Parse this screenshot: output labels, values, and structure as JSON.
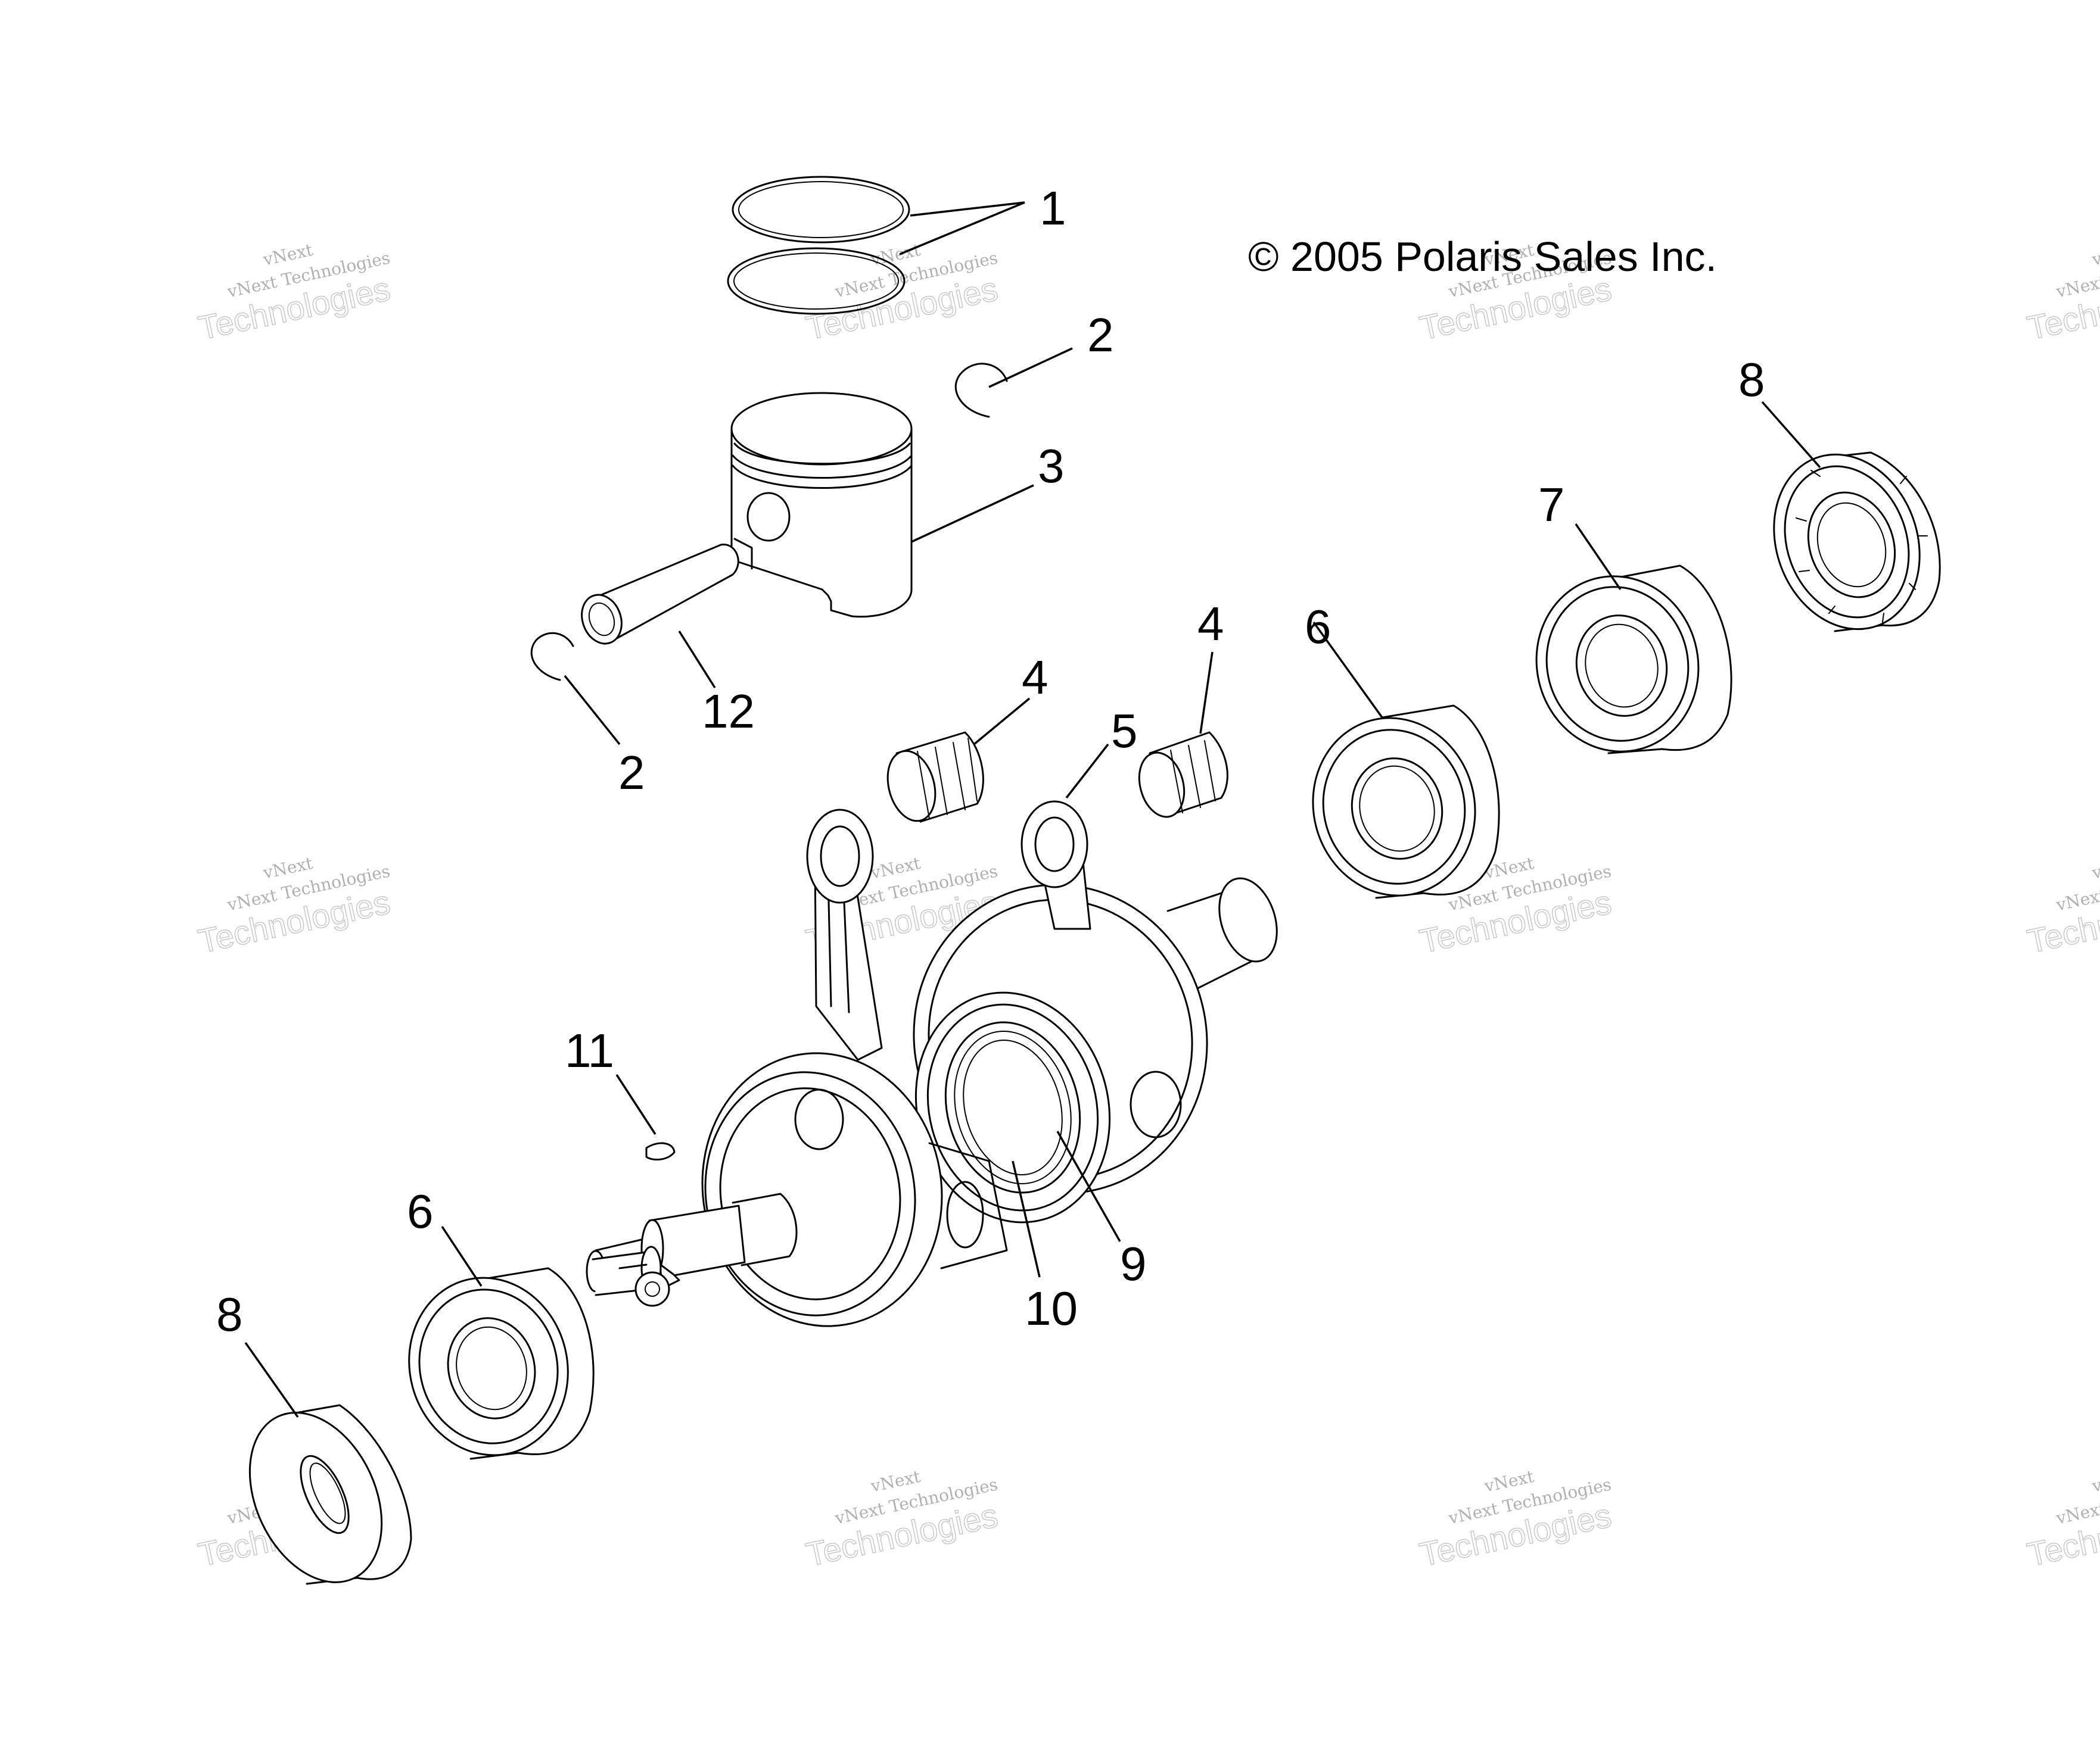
{
  "copyright": "© 2005 Polaris Sales Inc.",
  "watermark": {
    "line1": "vNext",
    "line2": "vNext Technologies",
    "line3": "Technologies"
  },
  "callouts": {
    "c1": "1",
    "c2a": "2",
    "c2b": "2",
    "c3": "3",
    "c4a": "4",
    "c4b": "4",
    "c5": "5",
    "c6a": "6",
    "c6b": "6",
    "c7": "7",
    "c8a": "8",
    "c8b": "8",
    "c9": "9",
    "c10": "10",
    "c11": "11",
    "c12": "12"
  }
}
